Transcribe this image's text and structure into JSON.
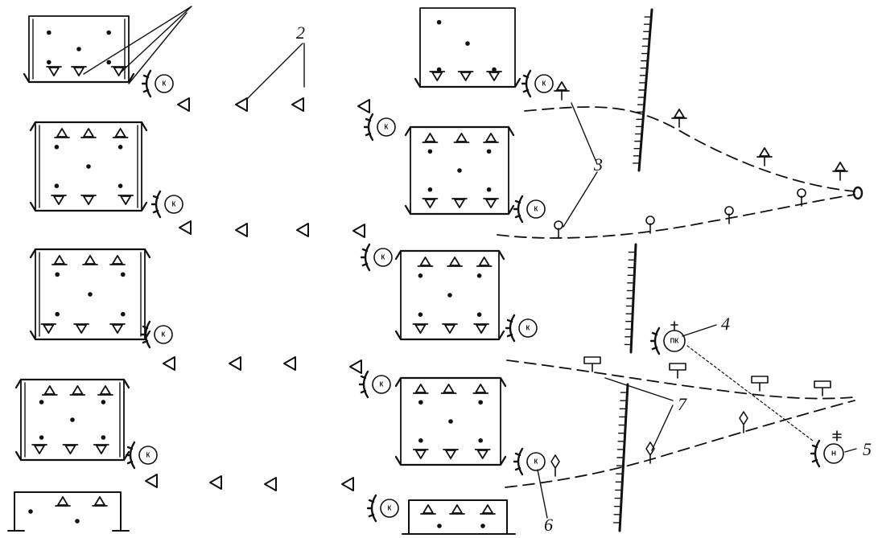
{
  "diagram": {
    "labels": [
      {
        "id": "2",
        "text": "2"
      },
      {
        "id": "3",
        "text": "3"
      },
      {
        "id": "4",
        "text": "4"
      },
      {
        "id": "5",
        "text": "5"
      },
      {
        "id": "6",
        "text": "6"
      },
      {
        "id": "7",
        "text": "7"
      }
    ],
    "command_posts": {
      "company": "К",
      "battalion": "ПК",
      "regiment": "Н"
    },
    "colors": {
      "ink": "#111111",
      "paper": "#ffffff"
    }
  }
}
